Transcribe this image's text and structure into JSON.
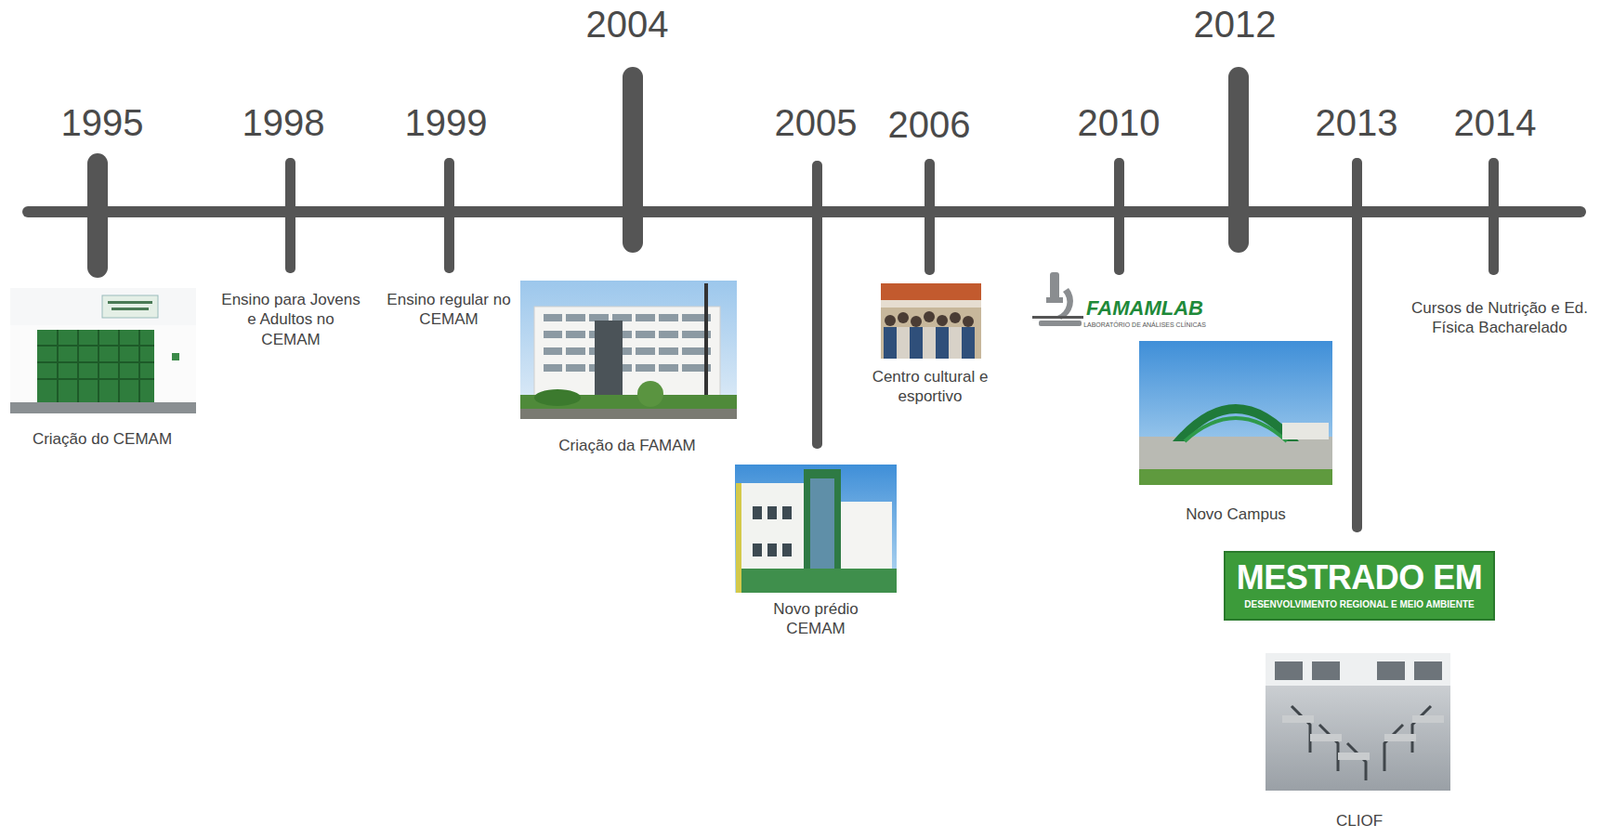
{
  "diagram": {
    "nodes": [
      {
        "text": [
          "MESTRADO EM",
          "DESENVOLVIMENTO REGIONAL E MEIO AMBIENTE"
        ]
      }
    ],
    "labels": [
      "1995",
      "Criação do CEMAM",
      "1998",
      "Ensino para Jovens e Adultos no CEMAM",
      "1999",
      "Ensino regular no CEMAM",
      "2004",
      "Criação da FAMAM",
      "2005",
      "Novo prédio CEMAM",
      "2006",
      "Centro cultural e esportivo",
      "2010",
      "FAMAMLAB",
      "LABORATÓRIO DE ANÁLISES CLÍNICAS",
      "2012",
      "Novo Campus",
      "2013",
      "2014",
      "Cursos de Nutrição e Ed. Física Bacharelado",
      "CLIOF"
    ]
  }
}
